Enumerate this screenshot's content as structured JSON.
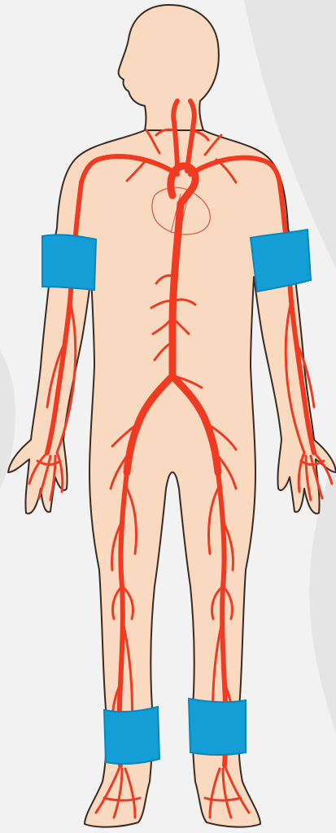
{
  "figure": {
    "subject": "human-body-arterial-system",
    "view": "posterior-full-body",
    "cuff_locations": [
      "left-upper-arm",
      "right-upper-arm",
      "left-ankle",
      "right-ankle"
    ]
  },
  "colors": {
    "background": "#f2f2f2",
    "background_shade": "#dcdcdc",
    "skin": "#fad9c1",
    "outline": "#3a2a22",
    "artery": "#ee3b22",
    "heart_outline": "#d9553f",
    "cuff": "#139fd6",
    "cuff_edge": "#0b86b8"
  }
}
